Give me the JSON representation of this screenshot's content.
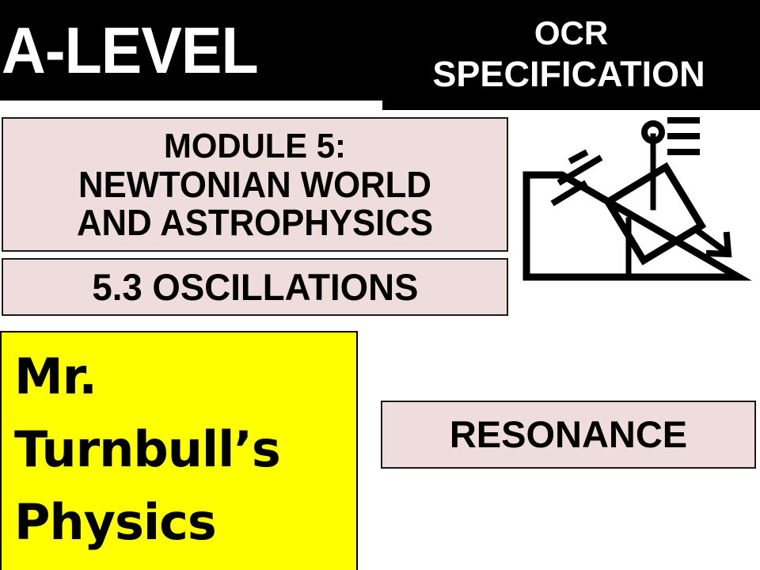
{
  "header": {
    "qualification": "A-LEVEL",
    "board": "OCR",
    "spec_word": "SPECIFICATION",
    "background_color": "#000000",
    "text_color": "#FFFFFF"
  },
  "module_box": {
    "line1": "MODULE 5:",
    "line2": "NEWTONIAN WORLD",
    "line3": "AND ASTROPHYSICS",
    "background_color": "#EFDDDD",
    "border_color": "#1A1A1A"
  },
  "section_box": {
    "label": "5.3 OSCILLATIONS",
    "background_color": "#EFDDDD"
  },
  "topic_box": {
    "label": "RESONANCE",
    "background_color": "#EFDDDD"
  },
  "brand_box": {
    "line1": "Mr.",
    "line2": "Turnbull’s",
    "line3": "Physics",
    "background_color": "#FFFF00",
    "text_color": "#000000"
  },
  "icon": {
    "name": "inclined-plane-block-sliding-icon",
    "stroke_color": "#000000"
  }
}
